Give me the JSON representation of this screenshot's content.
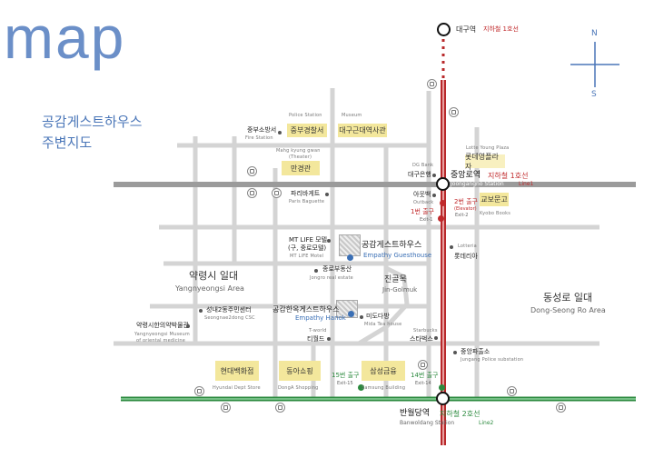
{
  "header": {
    "title": "map",
    "subtitle_line1": "공감게스트하우스",
    "subtitle_line2": "주변지도"
  },
  "compass": {
    "north": "N",
    "south": "S"
  },
  "stations": {
    "daegu": {
      "name": "대구역",
      "line": "지하철 1호선"
    },
    "jungangno": {
      "name": "중앙로역",
      "line": "지하철 1호선",
      "name_en": "Joongangno Station",
      "line_en": "Line1"
    },
    "banwoldang": {
      "name": "반월당역",
      "line": "지하철 2호선",
      "name_en": "Banwoldang Station",
      "line_en": "Line2"
    }
  },
  "exits": {
    "exit2": {
      "label": "2번 출구",
      "sub": "(Elevator)",
      "en": "Exit-2"
    },
    "exit1": {
      "label": "1번 출구",
      "en": "Exit-1"
    },
    "exit15": {
      "label": "15번 출구",
      "en": "Exit-15"
    },
    "exit14": {
      "label": "14번 출구",
      "en": "Exit-14"
    }
  },
  "landmarks": {
    "police": {
      "box": "중부경찰서",
      "en_top": "Police Station",
      "ko": "중부소방서",
      "en": "Fire Station"
    },
    "museum": {
      "box": "대구근대역사관",
      "en_top": "Museum"
    },
    "mahakyung": {
      "en": "Mahg kyung gwan",
      "en2": "(Theater)",
      "box": "만경관"
    },
    "paris": {
      "ko": "파리바게트",
      "en": "Paris Baguette"
    },
    "dgbank": {
      "en": "DG Bank",
      "ko": "대구은행"
    },
    "lotteplaza": {
      "en": "Lotte Young Plaza",
      "ko": "롯데영플라자"
    },
    "outback": {
      "ko": "아웃백",
      "en": "Outback"
    },
    "kyobo": {
      "box": "교보문고",
      "en": "Kyobo Books"
    },
    "lotteria": {
      "en": "Lotteria",
      "ko": "롯데리아"
    },
    "mtlife": {
      "ko1": "MT LIFE 모텔",
      "ko2": "(구, 중로모텔)",
      "en": "MT LIFE Motel"
    },
    "empathy": {
      "ko": "공감게스트하우스",
      "en": "Empathy Guesthouse"
    },
    "jongro": {
      "ko": "종로부동산",
      "en": "Jongro real estate"
    },
    "jingolmok": {
      "ko": "진골목",
      "en": "Jin-Golmuk"
    },
    "hanok": {
      "ko": "공감한옥게스트하우스",
      "en": "Empathy Hanok"
    },
    "mida": {
      "ko": "미도다방",
      "en": "Mida Tea house"
    },
    "tworld": {
      "en": "T-world",
      "ko": "티월드"
    },
    "starbucks": {
      "en": "Starbucks",
      "ko": "스타벅스"
    },
    "seongnae": {
      "ko": "성내2동주민센터",
      "en": "Seongnae2dong CSC"
    },
    "yakmuseum": {
      "ko": "약령시한의약박물관",
      "en1": "Yangnyeongsi Museum",
      "en2": "of oriental medicine"
    },
    "junganglibrary": {
      "ko": "중앙파출소",
      "en": "Jungang Police substation"
    },
    "hyundai": {
      "box": "현대백화점",
      "en": "Hyundai Dept Store"
    },
    "donga": {
      "box": "동아쇼핑",
      "en": "DongA Shopping"
    },
    "samsung": {
      "box": "삼성금융",
      "en": "Samsung Building"
    }
  },
  "areas": {
    "yak": {
      "ko": "약령시 일대",
      "en": "Yangnyeongsi Area"
    },
    "dongseong": {
      "ko": "동성로 일대",
      "en": "Dong-Seong Ro Area"
    }
  }
}
